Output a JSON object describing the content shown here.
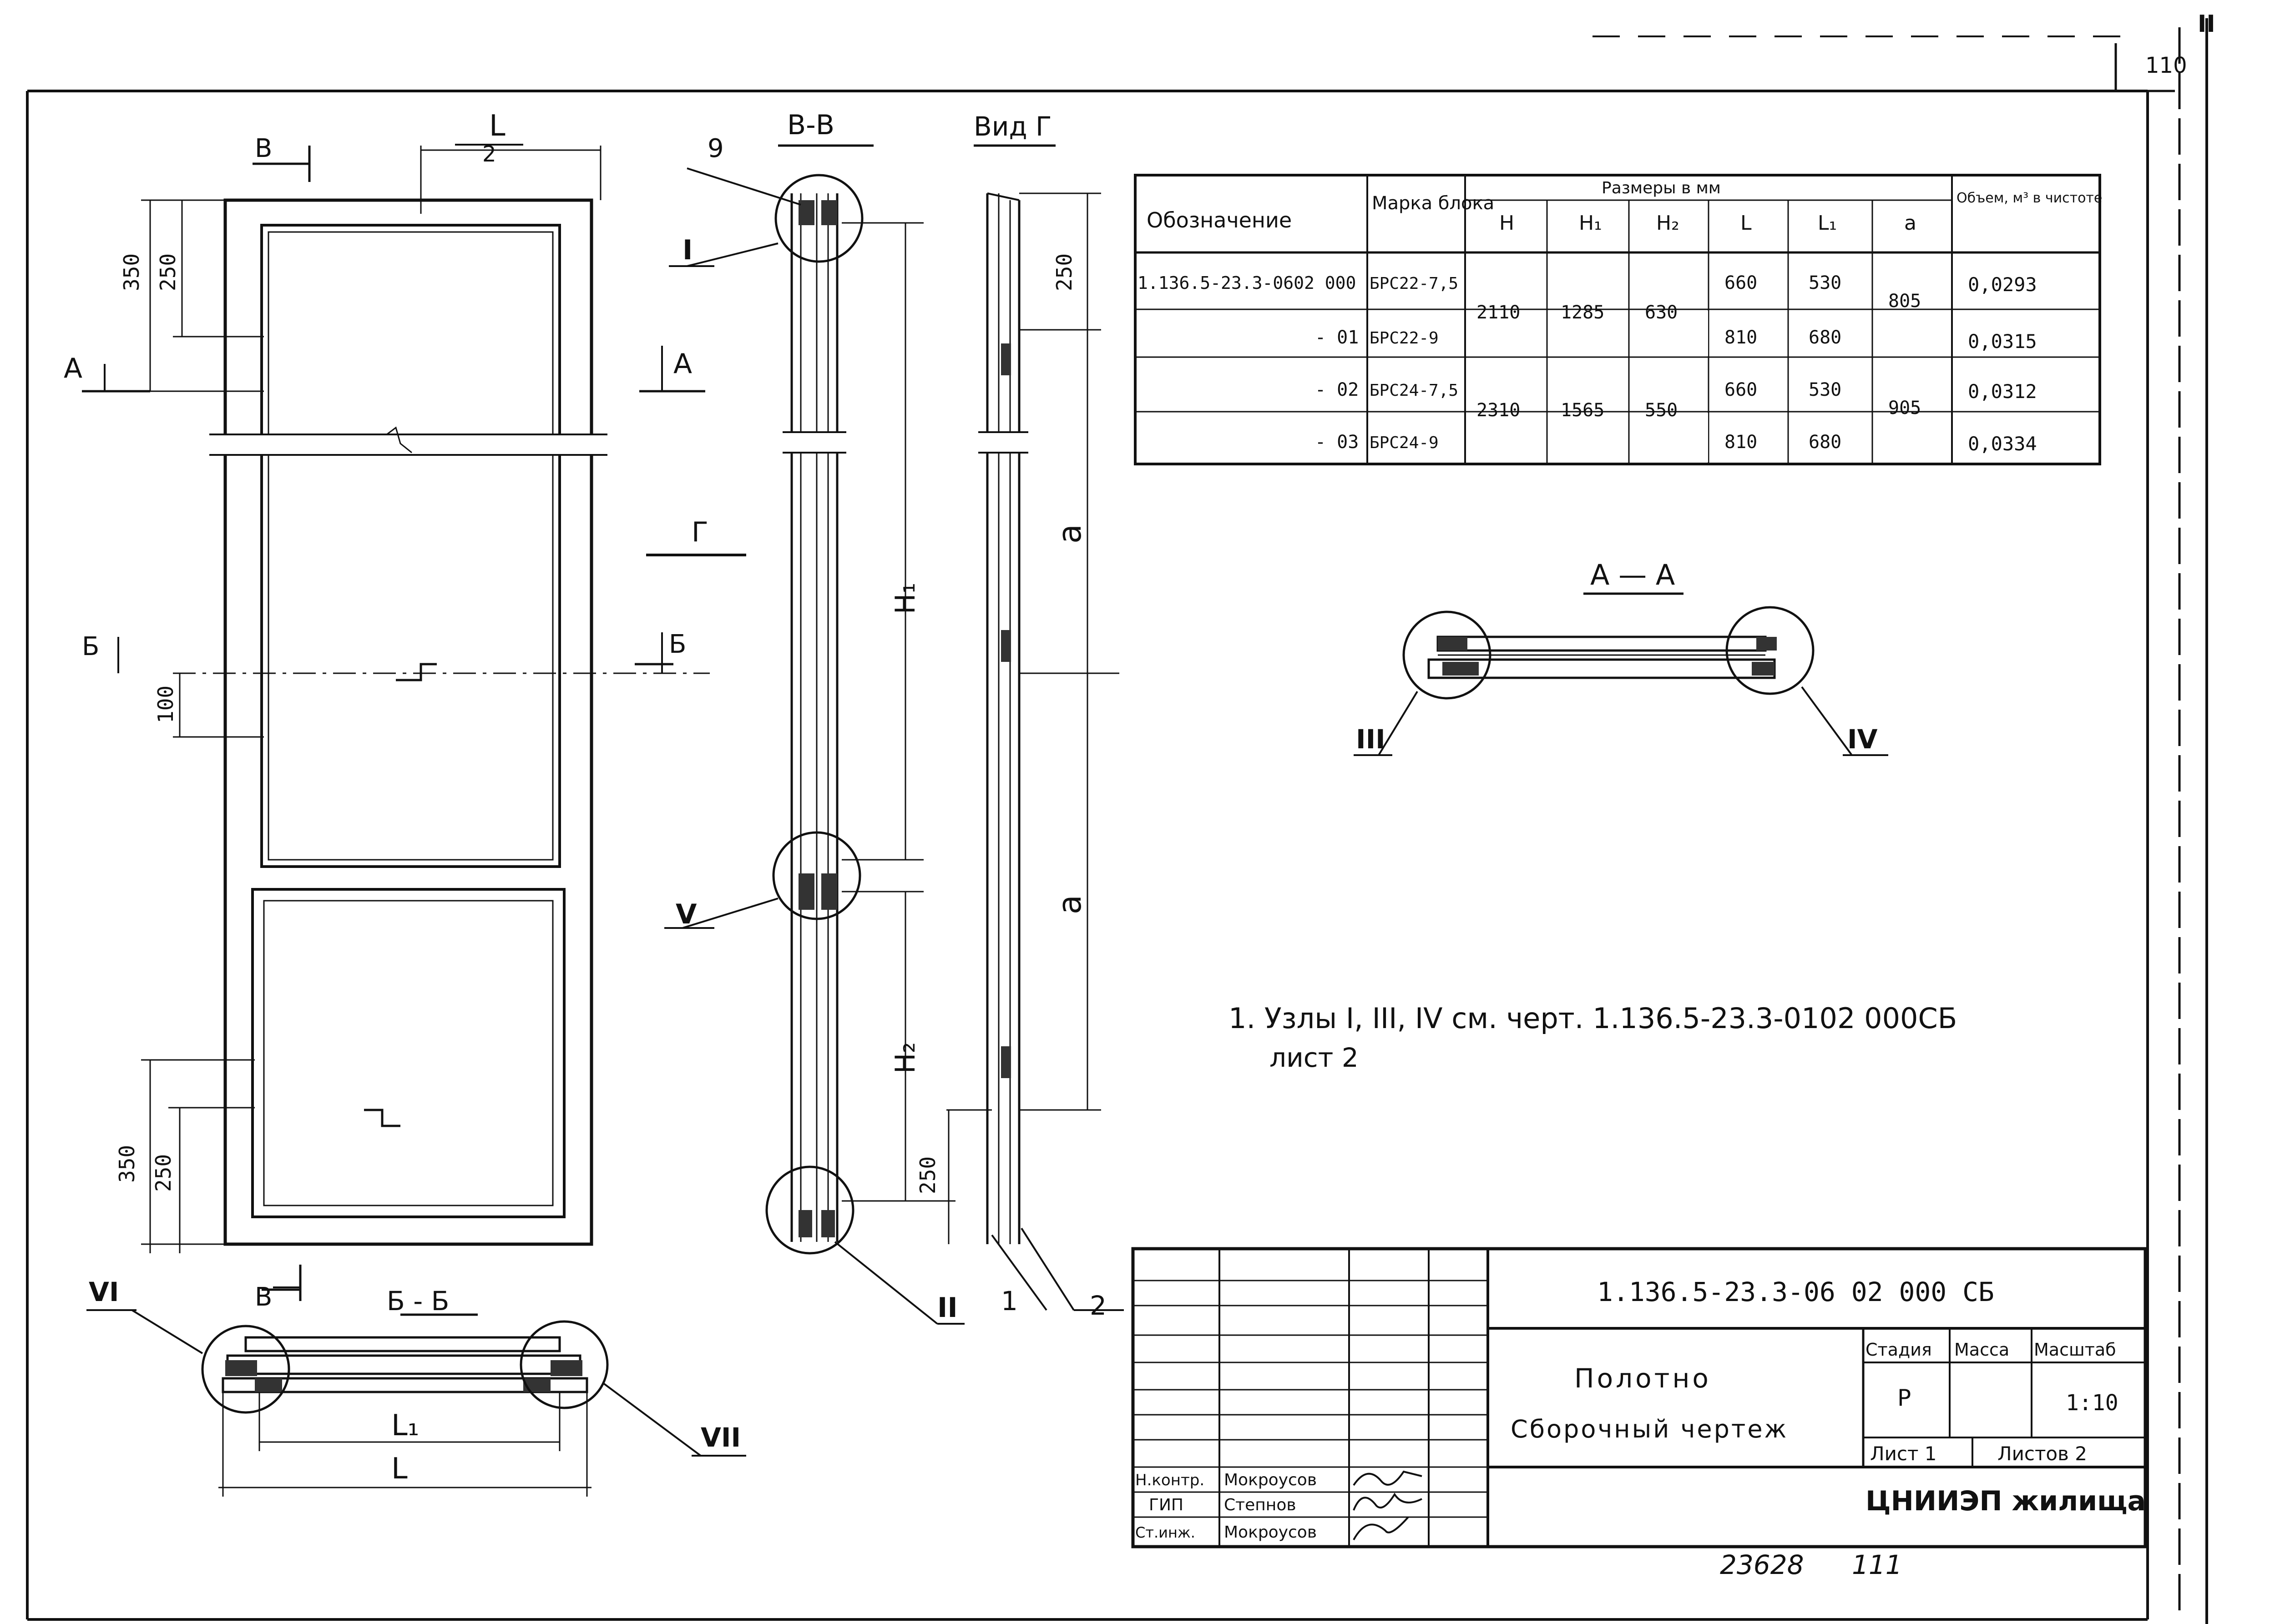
{
  "sheet_corner": "110",
  "page_label": "II",
  "views": {
    "vv": "В-В",
    "vid_g": "Вид Г",
    "aa": "А — А",
    "bb": "Б - Б"
  },
  "front": {
    "half_L_num": "L",
    "half_L_den": "2",
    "dim_350_top": "350",
    "dim_250_top": "250",
    "dim_100": "100",
    "dim_350_bot": "350",
    "dim_250_bot": "250",
    "mark_A_left": "А",
    "mark_A_right": "А",
    "mark_B_left": "Б",
    "mark_B_right": "Б",
    "mark_V_top": "В",
    "mark_V_bottom": "В",
    "mark_G": "Г"
  },
  "section_vv": {
    "label_9": "9",
    "node_I": "I",
    "node_V": "V",
    "node_II": "II",
    "H1": "H₁",
    "H2": "H₂",
    "dim_250": "250"
  },
  "view_g": {
    "dim_250": "250",
    "a_top": "a",
    "a_bot": "a",
    "pos_1": "1",
    "pos_2": "2"
  },
  "section_aa": {
    "node_III": "III",
    "node_IV": "IV"
  },
  "section_bb": {
    "node_VI": "VI",
    "node_VII": "VII",
    "L1": "L₁",
    "L": "L"
  },
  "spec_table": {
    "h_designation": "Обозначение",
    "h_mark": "Марка блока",
    "h_sizes": "Размеры в мм",
    "h_volume": "Объем, м³ в чистоте",
    "sub": [
      "H",
      "H₁",
      "H₂",
      "L",
      "L₁",
      "a"
    ],
    "rows": [
      {
        "designation": "1.136.5-23.3-0602 000",
        "mark": "БРС22-7,5",
        "H": "2110",
        "H1": "1285",
        "H2": "630",
        "L": "660",
        "L1": "530",
        "a": "805",
        "volume": "0,0293"
      },
      {
        "designation": "- 01",
        "mark": "БРС22-9",
        "H": "",
        "H1": "",
        "H2": "",
        "L": "810",
        "L1": "680",
        "a": "",
        "volume": "0,0315"
      },
      {
        "designation": "- 02",
        "mark": "БРС24-7,5",
        "H": "2310",
        "H1": "1565",
        "H2": "550",
        "L": "660",
        "L1": "530",
        "a": "905",
        "volume": "0,0312"
      },
      {
        "designation": "- 03",
        "mark": "БРС24-9",
        "H": "",
        "H1": "",
        "H2": "",
        "L": "810",
        "L1": "680",
        "a": "",
        "volume": "0,0334"
      }
    ]
  },
  "note": {
    "line1": "1. Узлы I, III, IV см. черт. 1.136.5-23.3-0102 000СБ",
    "line2": "лист 2"
  },
  "title_block": {
    "code": "1.136.5-23.3-06 02 000 СБ",
    "name1": "Полотно",
    "name2": "Сборочный чертеж",
    "h_stage": "Стадия",
    "h_mass": "Масса",
    "h_scale": "Масштаб",
    "stage": "Р",
    "scale": "1:10",
    "sheet": "Лист 1",
    "sheets": "Листов 2",
    "org": "ЦНИИЭП жилища",
    "signers": [
      {
        "role": "Н.контр.",
        "name": "Мокроусов"
      },
      {
        "role": "ГИП",
        "name": "Степнов"
      },
      {
        "role": "Ст.инж.",
        "name": "Мокроусов"
      }
    ]
  },
  "footer": {
    "inv": "23628",
    "page": "111"
  }
}
